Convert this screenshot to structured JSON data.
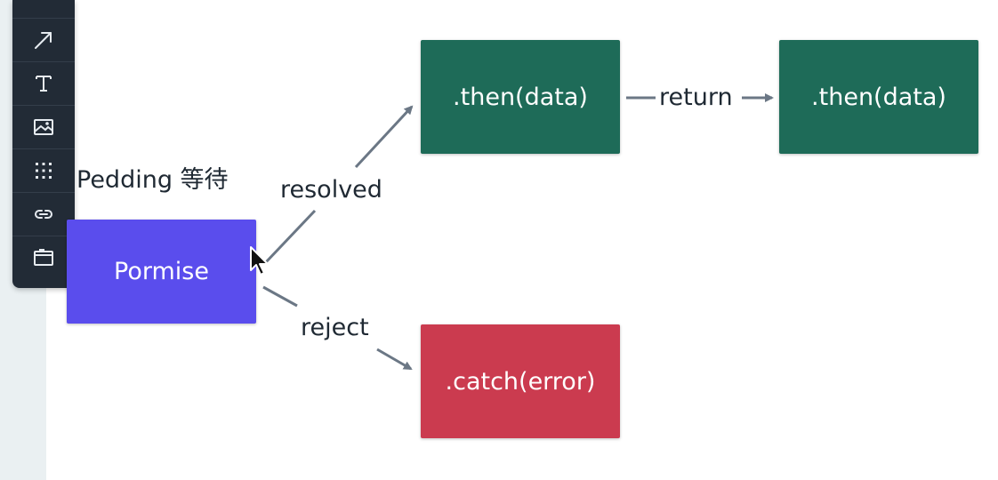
{
  "toolbar": {
    "tools": [
      {
        "name": "arrow-tool",
        "icon": "arrow-diagonal-icon"
      },
      {
        "name": "text-tool",
        "icon": "text-icon"
      },
      {
        "name": "image-tool",
        "icon": "image-icon"
      },
      {
        "name": "grid-tool",
        "icon": "grid-icon"
      },
      {
        "name": "link-tool",
        "icon": "link-icon"
      },
      {
        "name": "frame-tool",
        "icon": "frame-icon"
      }
    ]
  },
  "diagram": {
    "state_label": "Pedding 等待",
    "nodes": {
      "promise": "Pormise",
      "then1": ".then(data)",
      "then2": ".then(data)",
      "catch": ".catch(error)"
    },
    "edges": {
      "resolved": "resolved",
      "reject": "reject",
      "return": "return"
    }
  },
  "colors": {
    "node_green": "#1e6b58",
    "node_purple": "#5a4ded",
    "node_red": "#cb3b4f",
    "toolbar_bg": "#222b36",
    "edge": "#6b7785"
  }
}
